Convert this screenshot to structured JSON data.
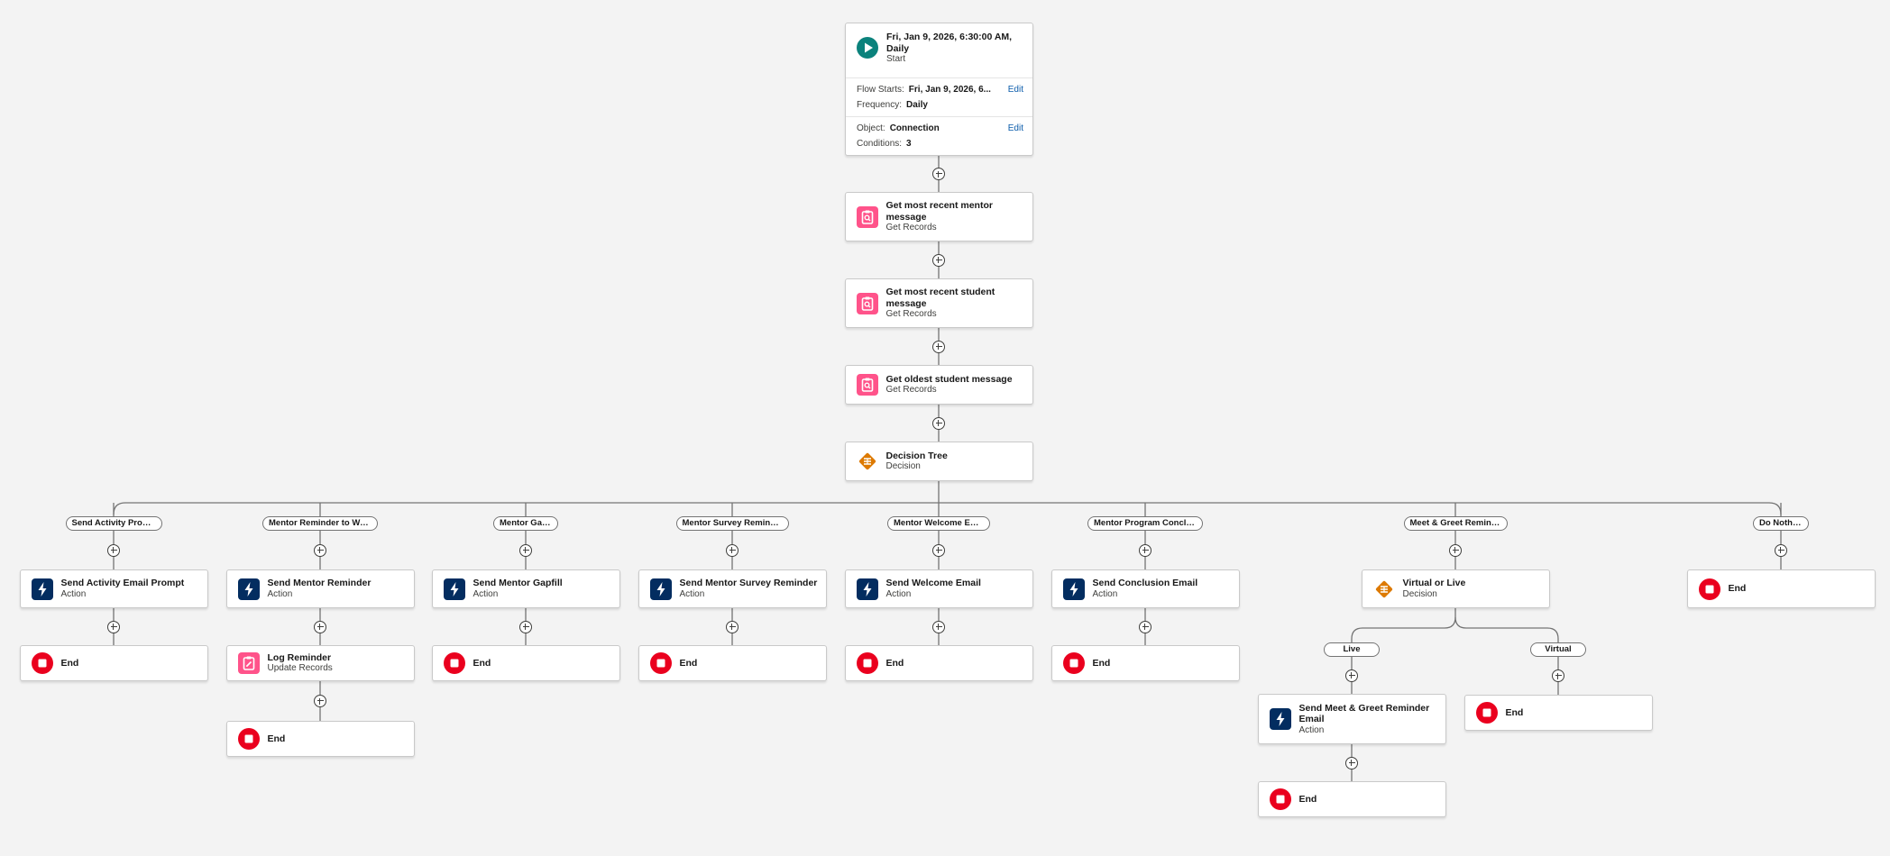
{
  "colors": {
    "action": "#032d60",
    "get_records": "#ff538a",
    "decision": "#dd7a01",
    "end": "#ea001e",
    "start": "#0b827c",
    "edit_link": "#0b5cab"
  },
  "start": {
    "title": "Fri, Jan 9, 2026, 6:30:00 AM, Daily",
    "subtitle": "Start",
    "icon": "play-icon",
    "flow_starts_label": "Flow Starts:",
    "flow_starts_value": "Fri, Jan 9, 2026, 6...",
    "frequency_label": "Frequency:",
    "frequency_value": "Daily",
    "object_label": "Object:",
    "object_value": "Connection",
    "conditions_label": "Conditions:",
    "conditions_value": "3",
    "edit_label": "Edit"
  },
  "main_elements": [
    {
      "title": "Get most recent mentor message",
      "subtitle": "Get Records",
      "icon": "get-records-icon"
    },
    {
      "title": "Get most recent student message",
      "subtitle": "Get Records",
      "icon": "get-records-icon"
    },
    {
      "title": "Get oldest student message",
      "subtitle": "Get Records",
      "icon": "get-records-icon"
    },
    {
      "title": "Decision Tree",
      "subtitle": "Decision",
      "icon": "decision-icon"
    }
  ],
  "branches": [
    {
      "label": "Send Activity Prompt",
      "elements": [
        {
          "title": "Send Activity Email Prompt",
          "subtitle": "Action",
          "icon": "action-icon"
        },
        {
          "title": "End",
          "subtitle": "",
          "icon": "end-icon"
        }
      ]
    },
    {
      "label": "Mentor Reminder to Write",
      "elements": [
        {
          "title": "Send Mentor Reminder",
          "subtitle": "Action",
          "icon": "action-icon"
        },
        {
          "title": "Log Reminder",
          "subtitle": "Update Records",
          "icon": "update-records-icon"
        },
        {
          "title": "End",
          "subtitle": "",
          "icon": "end-icon"
        }
      ]
    },
    {
      "label": "Mentor Gapfill",
      "elements": [
        {
          "title": "Send Mentor Gapfill",
          "subtitle": "Action",
          "icon": "action-icon"
        },
        {
          "title": "End",
          "subtitle": "",
          "icon": "end-icon"
        }
      ]
    },
    {
      "label": "Mentor Survey Reminder",
      "elements": [
        {
          "title": "Send Mentor Survey Reminder",
          "subtitle": "Action",
          "icon": "action-icon"
        },
        {
          "title": "End",
          "subtitle": "",
          "icon": "end-icon"
        }
      ]
    },
    {
      "label": "Mentor Welcome Email",
      "elements": [
        {
          "title": "Send Welcome Email",
          "subtitle": "Action",
          "icon": "action-icon"
        },
        {
          "title": "End",
          "subtitle": "",
          "icon": "end-icon"
        }
      ]
    },
    {
      "label": "Mentor Program Conclu...",
      "elements": [
        {
          "title": "Send Conclusion Email",
          "subtitle": "Action",
          "icon": "action-icon"
        },
        {
          "title": "End",
          "subtitle": "",
          "icon": "end-icon"
        }
      ]
    },
    {
      "label": "Meet & Greet Reminder",
      "elements": [
        {
          "title": "Virtual or Live",
          "subtitle": "Decision",
          "icon": "decision-icon"
        }
      ],
      "sub_branches": [
        {
          "label": "Live",
          "elements": [
            {
              "title": "Send Meet & Greet Reminder Email",
              "subtitle": "Action",
              "icon": "action-icon"
            },
            {
              "title": "End",
              "subtitle": "",
              "icon": "end-icon"
            }
          ]
        },
        {
          "label": "Virtual",
          "elements": [
            {
              "title": "End",
              "subtitle": "",
              "icon": "end-icon"
            }
          ]
        }
      ]
    },
    {
      "label": "Do Nothing",
      "elements": [
        {
          "title": "End",
          "subtitle": "",
          "icon": "end-icon"
        }
      ]
    }
  ]
}
